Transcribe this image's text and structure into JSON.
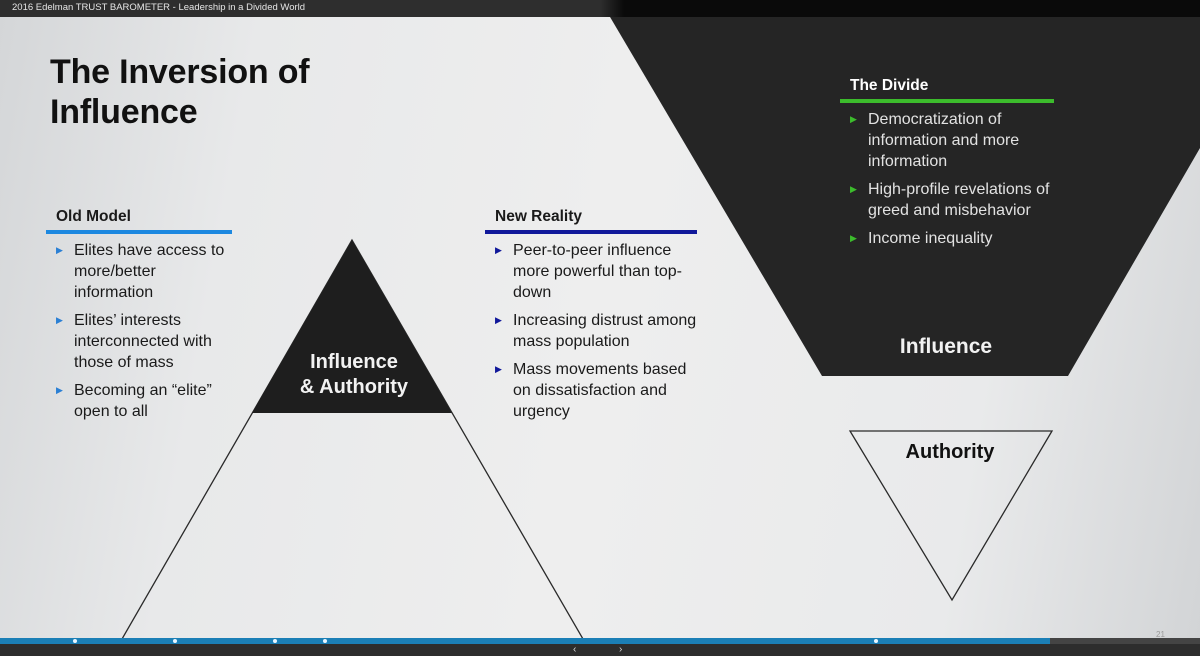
{
  "window": {
    "title": "2016 Edelman TRUST BAROMETER - Leadership in a Divided World"
  },
  "slide": {
    "title_line1": "The Inversion of",
    "title_line2": "Influence",
    "old_model": {
      "heading": "Old Model",
      "accent_color": "#1c88e0",
      "bullets": [
        "Elites have access to more/better information",
        "Elites’ interests interconnected with those of mass",
        "Becoming an “elite” open to all"
      ]
    },
    "new_reality": {
      "heading": "New Reality",
      "accent_color": "#10189a",
      "bullets": [
        "Peer-to-peer influence more powerful than top-down",
        "Increasing distrust among mass population",
        "Mass movements based on dissatisfaction and urgency"
      ]
    },
    "the_divide": {
      "heading": "The Divide",
      "accent_color": "#3cbc2c",
      "bullets": [
        "Democratization of information and more information",
        "High-profile revelations of greed and misbehavior",
        "Income inequality"
      ]
    },
    "pyramid_label_line1": "Influence",
    "pyramid_label_line2": "& Authority",
    "inverted_top_label": "Influence",
    "inverted_bottom_label": "Authority",
    "page_number": "21"
  },
  "player": {
    "progress_color": "#1b7fb6",
    "progress_percent": 87.5,
    "markers_x": [
      75,
      175,
      275,
      325,
      876
    ],
    "prev_icon": "chevron-left-icon",
    "next_icon": "chevron-right-icon",
    "prev_glyph": "‹",
    "next_glyph": "›"
  }
}
